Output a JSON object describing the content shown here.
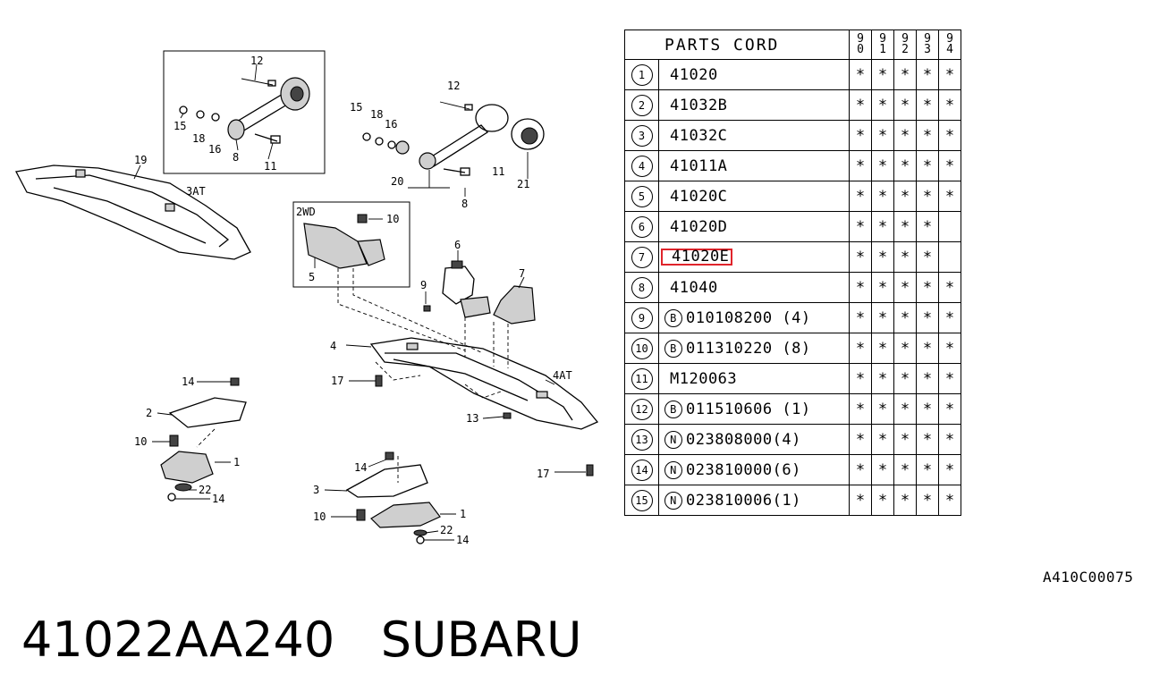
{
  "diagram": {
    "labels": {
      "c12a": "12",
      "c15a": "15",
      "c18a": "18",
      "c16a": "16",
      "c8a": "8",
      "c11a": "11",
      "c19": "19",
      "c3at": "3AT",
      "c12b": "12",
      "c15b": "15",
      "c18b": "18",
      "c16b": "16",
      "c20": "20",
      "c8b": "8",
      "c11b": "11",
      "c21": "21",
      "c2wd": "2WD",
      "c10a": "10",
      "c5": "5",
      "c6": "6",
      "c7": "7",
      "c9": "9",
      "c4": "4",
      "c4at": "4AT",
      "c17a": "17",
      "c13": "13",
      "c17b": "17",
      "c14a": "14",
      "c2": "2",
      "c10b": "10",
      "c1a": "1",
      "c22a": "22",
      "c14b": "14",
      "c14c": "14",
      "c3": "3",
      "c10c": "10",
      "c1b": "1",
      "c22b": "22",
      "c14d": "14"
    }
  },
  "table": {
    "title": "PARTS CORD",
    "years": [
      "90",
      "91",
      "92",
      "93",
      "94"
    ],
    "rows": [
      {
        "no": "1",
        "prefix": "",
        "code": "41020",
        "marks": [
          "*",
          "*",
          "*",
          "*",
          "*"
        ]
      },
      {
        "no": "2",
        "prefix": "",
        "code": "41032B",
        "marks": [
          "*",
          "*",
          "*",
          "*",
          "*"
        ]
      },
      {
        "no": "3",
        "prefix": "",
        "code": "41032C",
        "marks": [
          "*",
          "*",
          "*",
          "*",
          "*"
        ]
      },
      {
        "no": "4",
        "prefix": "",
        "code": "41011A",
        "marks": [
          "*",
          "*",
          "*",
          "*",
          "*"
        ]
      },
      {
        "no": "5",
        "prefix": "",
        "code": "41020C",
        "marks": [
          "*",
          "*",
          "*",
          "*",
          "*"
        ]
      },
      {
        "no": "6",
        "prefix": "",
        "code": "41020D",
        "marks": [
          "*",
          "*",
          "*",
          "*",
          ""
        ]
      },
      {
        "no": "7",
        "prefix": "",
        "code": "41020E",
        "marks": [
          "*",
          "*",
          "*",
          "*",
          ""
        ],
        "highlight": true
      },
      {
        "no": "8",
        "prefix": "",
        "code": "41040",
        "marks": [
          "*",
          "*",
          "*",
          "*",
          "*"
        ]
      },
      {
        "no": "9",
        "prefix": "B",
        "code": "010108200 (4)",
        "marks": [
          "*",
          "*",
          "*",
          "*",
          "*"
        ]
      },
      {
        "no": "10",
        "prefix": "B",
        "code": "011310220 (8)",
        "marks": [
          "*",
          "*",
          "*",
          "*",
          "*"
        ]
      },
      {
        "no": "11",
        "prefix": "",
        "code": "M120063",
        "marks": [
          "*",
          "*",
          "*",
          "*",
          "*"
        ]
      },
      {
        "no": "12",
        "prefix": "B",
        "code": "011510606 (1)",
        "marks": [
          "*",
          "*",
          "*",
          "*",
          "*"
        ]
      },
      {
        "no": "13",
        "prefix": "N",
        "code": "023808000(4)",
        "marks": [
          "*",
          "*",
          "*",
          "*",
          "*"
        ]
      },
      {
        "no": "14",
        "prefix": "N",
        "code": "023810000(6)",
        "marks": [
          "*",
          "*",
          "*",
          "*",
          "*"
        ]
      },
      {
        "no": "15",
        "prefix": "N",
        "code": "023810006(1)",
        "marks": [
          "*",
          "*",
          "*",
          "*",
          "*"
        ]
      }
    ],
    "highlight_color": "#e0242b"
  },
  "image_code": "A410C00075",
  "caption": {
    "part_number": "41022AA240",
    "brand": "SUBARU"
  }
}
